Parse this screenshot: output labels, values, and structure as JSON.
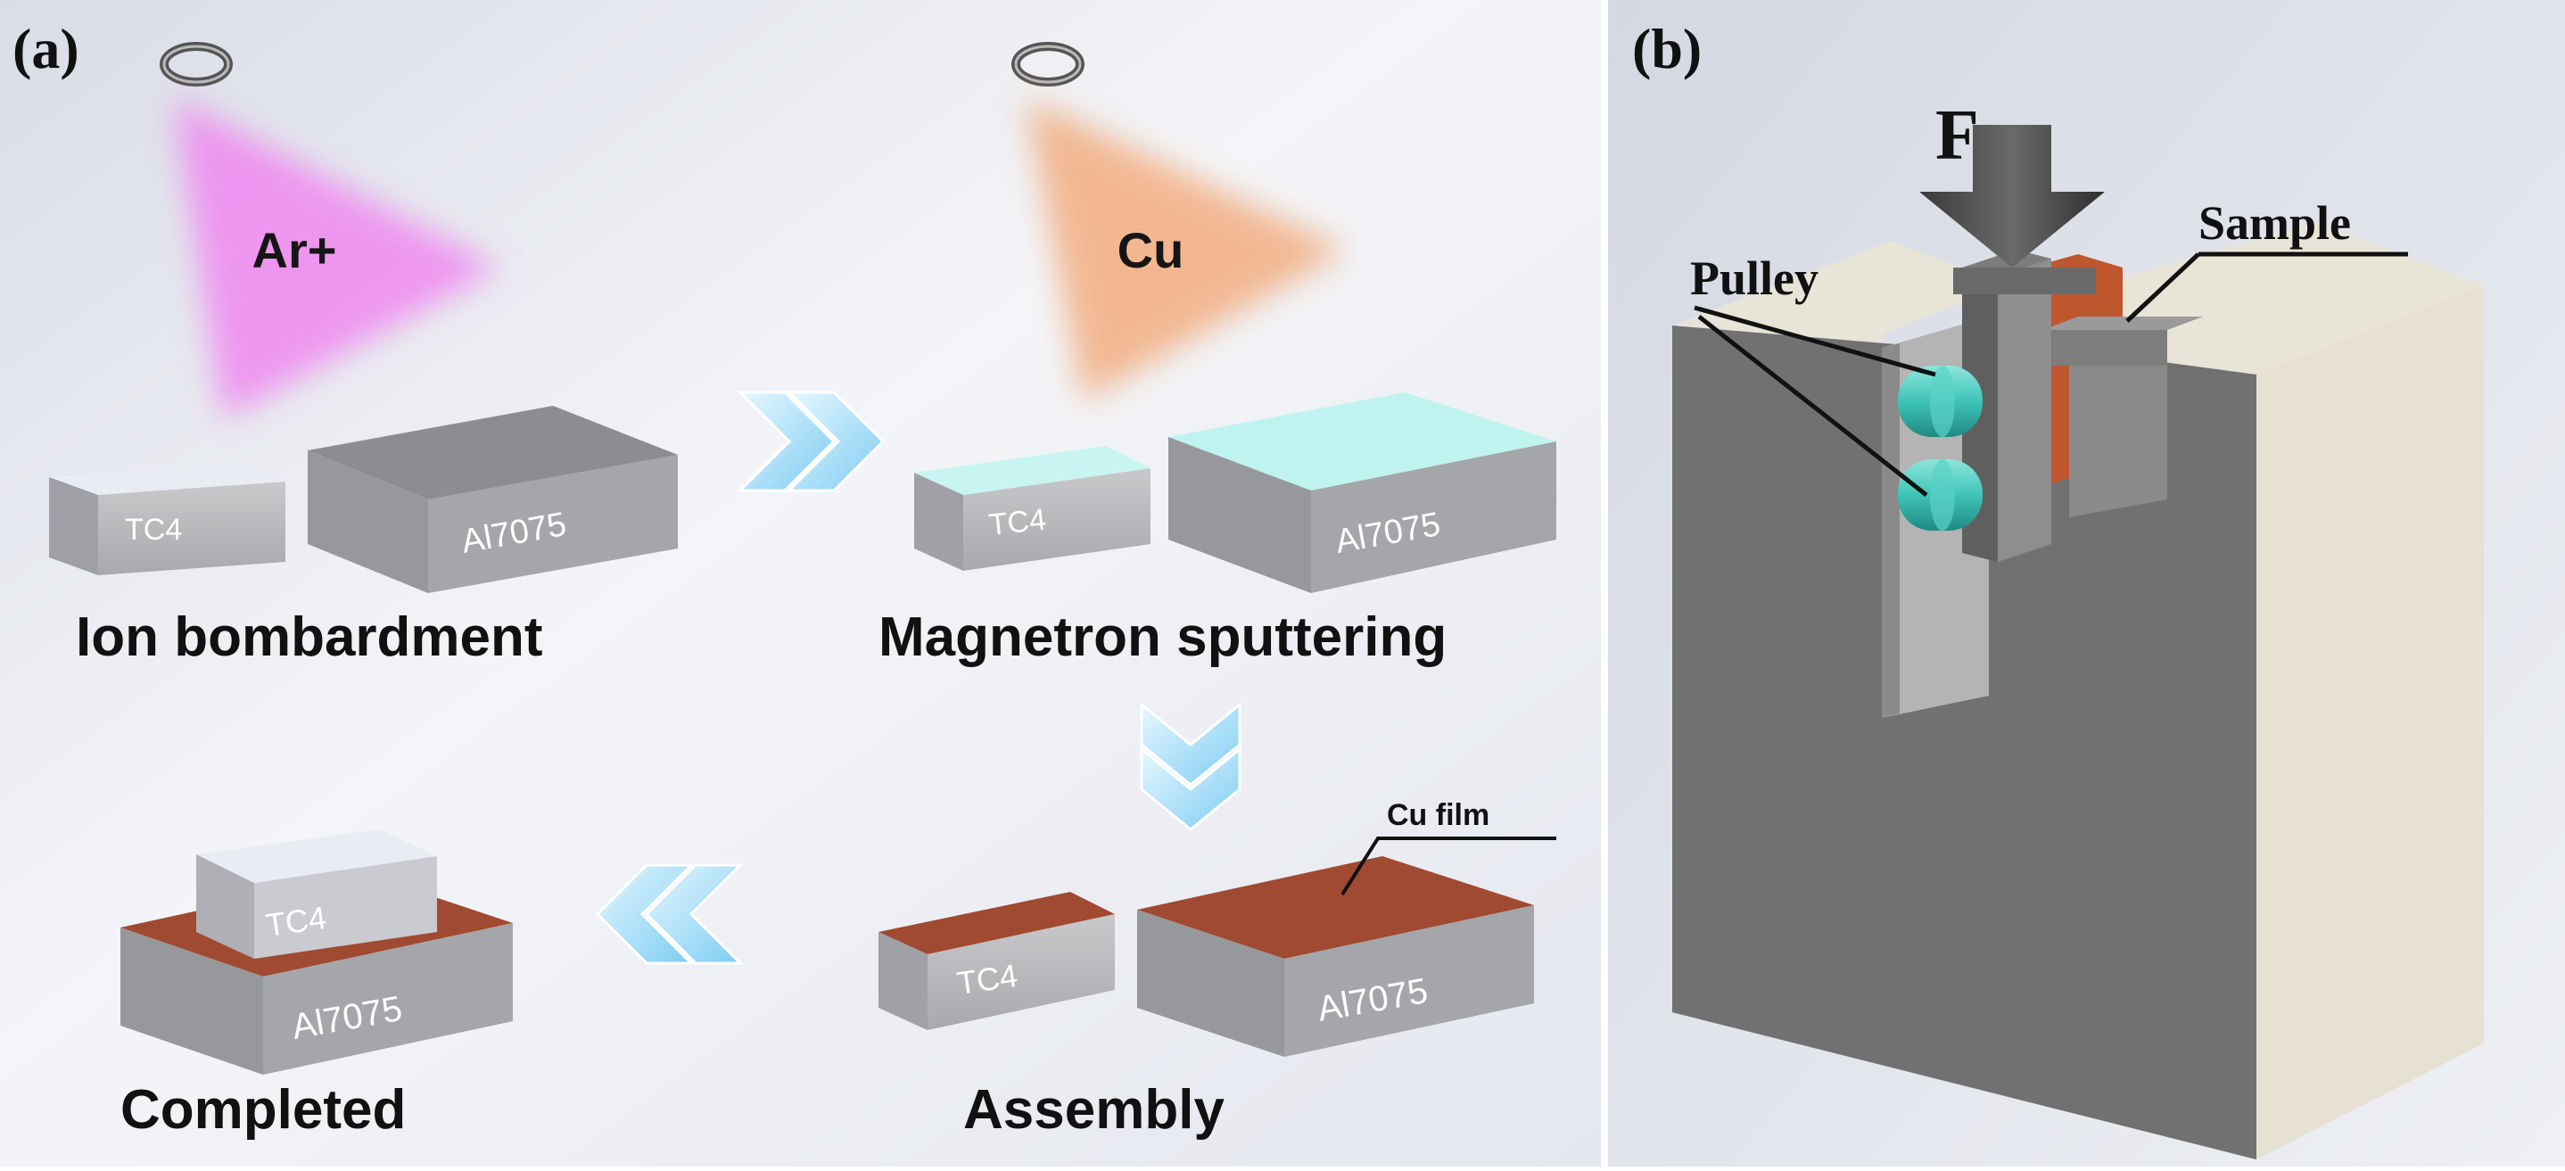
{
  "panel_a": {
    "label": "(a)",
    "stages": {
      "ion_bombardment": {
        "beam_label": "Ar+",
        "caption": "Ion bombardment",
        "block_small": "TC4",
        "block_large": "Al7075",
        "beam_color": "#f07af0"
      },
      "magnetron_sputtering": {
        "beam_label": "Cu",
        "caption": "Magnetron sputtering",
        "block_small": "TC4",
        "block_large": "Al7075",
        "beam_color": "#f2a878",
        "coating_color": "#bff3ef"
      },
      "assembly": {
        "caption": "Assembly",
        "block_small": "TC4",
        "block_large": "Al7075",
        "film_label": "Cu film",
        "film_color": "#a04a32"
      },
      "completed": {
        "caption": "Completed",
        "block_top": "TC4",
        "block_bottom": "Al7075"
      }
    },
    "arrow_color": "#8fd4f5"
  },
  "panel_b": {
    "label": "(b)",
    "force_label": "F",
    "pulley_label": "Pulley",
    "sample_label": "Sample",
    "pulley_color": "#3fc4b8",
    "sample_color": "#c0562e",
    "fixture_color": "#6b6b6b"
  }
}
